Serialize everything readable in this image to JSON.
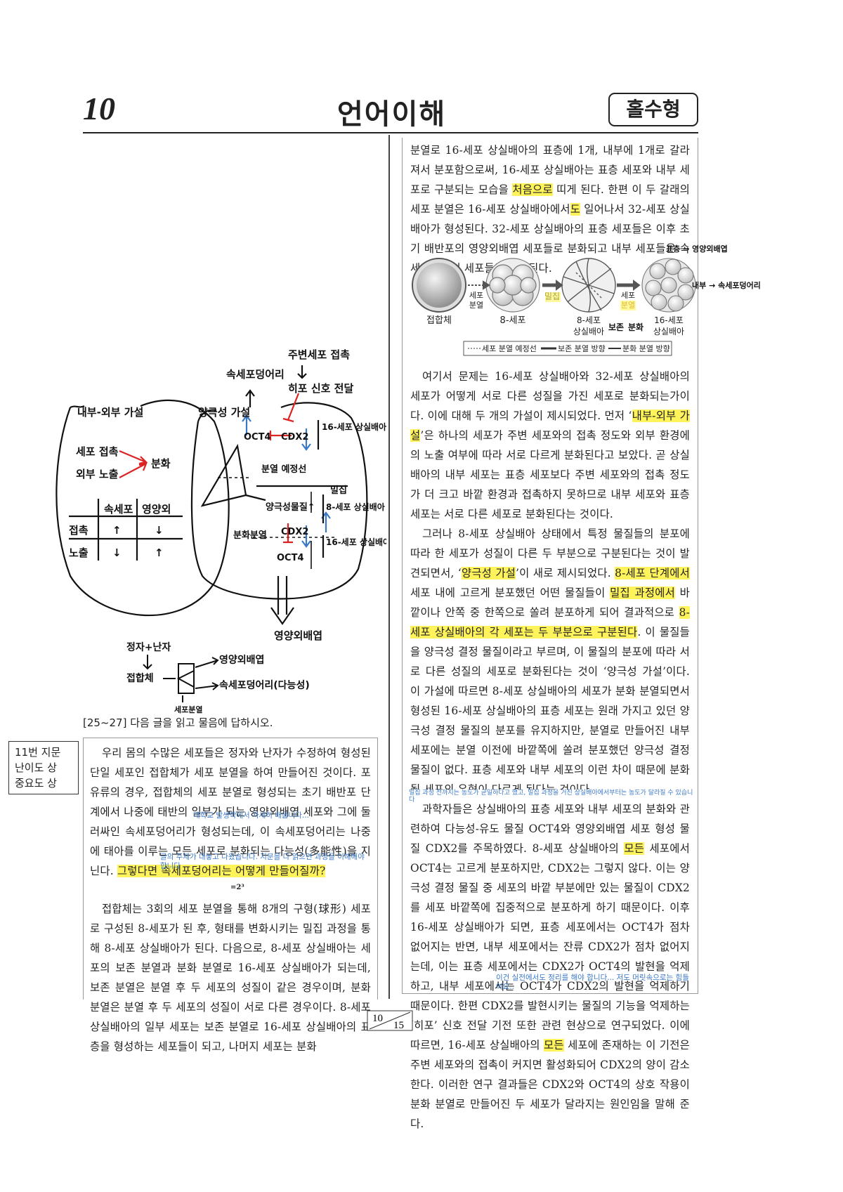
{
  "header": {
    "page_no": "10",
    "section": "언어이해",
    "type_badge": "홀수형"
  },
  "sketch": {
    "left_box_title": "내부-외부 가설",
    "cell_contact": "세포 접촉",
    "outer_exposure": "외부 노출",
    "differentiation": "분화",
    "table_col1": "속세포",
    "table_col2": "영양외",
    "table_row1": "접촉",
    "table_row2": "노출",
    "up": "↑",
    "down": "↓",
    "right_box_title": "양극성 가설",
    "inner_cell_mass": "속세포덩어리",
    "neighbor_contact": "주변세포 접촉",
    "hippo_block": "히포 신호 전달",
    "oct4": "OCT4",
    "cdx2": "CDX2",
    "m16": "16-세포 상실배아",
    "division_plane": "분열 예정선",
    "compaction": "밀집",
    "polarity_up": "양극성물질↑",
    "m8": "8-세포 상실배아",
    "diff_division": "분화분열",
    "trophectoderm": "영양외배엽",
    "bottom_sperm_egg": "정자+난자",
    "bottom_zygote": "접합체",
    "bottom_cell_div": "세포분열",
    "bottom_troph": "영양외배엽",
    "bottom_icm": "속세포덩어리(다능성)"
  },
  "instruction": "[25~27] 다음 글을 읽고 물음에 답하시오.",
  "side_tag": [
    "11번 지문",
    "난이도 상",
    "중요도 상"
  ],
  "left_passage": {
    "p1_a": "우리 몸의 수많은 세포들은 정자와 난자가 수정하여 형성된 단일 세포인 접합체가 세포 분열을 하여 만들어진 것이다. 포유류의 경우, 접합체의 세포 분열로 형성되는 초기 배반포 단계에서 나중에 태반의 일부가 되는 영양외배엽 세포와 그에 둘러싸인 속세포덩어리가 형성되는데, 이 속세포덩어리는 나중에 태아를 이루는 모든 세포로 분화되는 다능성(多能性)을 지닌다. ",
    "p1_hl": "그렇다면 속세포덩어리는 어떻게 만들어질까?",
    "p2": "접합체는 3회의 세포 분열을 통해 8개의 구형(球形) 세포로 구성된 8-세포가 된 후, 형태를 변화시키는 밀집 과정을 통해 8-세포 상실배아가 된다. 다음으로, 8-세포 상실배아는 세포의 보존 분열과 분화 분열로 16-세포 상실배아가 되는데, 보존 분열은 분열 후 두 세포의 성질이 같은 경우이며, 분화 분열은 분열 후 두 세포의 성질이 서로 다른 경우이다. 8-세포 상실배아의 일부 세포는 보존 분열로 16-세포 상실배아의 표층을 형성하는 세포들이 되고, 나머지 세포는 분화",
    "note1": "대학교 발생학에서 자세히 배웁니다...",
    "note2": "글의 주제가 대놓고 나왔습니다. 지문을 다 읽으면 과정을 이해해야 합니다",
    "note_2cubed": "=2³"
  },
  "right_passage": {
    "p0_a": "분열로 16-세포 상실배아의 표층에 1개, 내부에 1개로 갈라져서 분포함으로써, 16-세포 상실배아는 표층 세포와 내부 세포로 구분되는 모습을 ",
    "p0_hl1": "처음으로",
    "p0_b": " 띠게 된다. 한편 이 두 갈래의 세포 분열은 16-세포 상실배아에서",
    "p0_hl2": "도",
    "p0_c": " 일어나서 32-세포 상실배아가 형성된다. 32-세포 상실배아의 표층 세포들은 이후 초기 배반포의 영양외배엽 세포들로 분화되고 내부 세포들은 속세포덩어리 세포들로 분화된다.",
    "p1_a": "여기서 문제는 16-세포 상실배아와 32-세포 상실배아의 세포가 어떻게 서로 다른 성질을 가진 세포로 분화되는가이다. 이에 대해 두 개의 가설이 제시되었다. 먼저 ‘",
    "p1_hl": "내부-외부 가설",
    "p1_b": "’은 하나의 세포가 주변 세포와의 접촉 정도와 외부 환경에의 노출 여부에 따라 서로 다르게 분화된다고 보았다. 곧 상실배아의 내부 세포는 표층 세포보다 주변 세포와의 접촉 정도가 더 크고 바깥 환경과 접촉하지 못하므로 내부 세포와 표층 세포는 서로 다른 세포로 분화된다는 것이다.",
    "p2_a": "그러나 8-세포 상실배아 상태에서 특정 물질들의 분포에 따라 한 세포가 성질이 다른 두 부분으로 구분된다는 것이 발견되면서, ‘",
    "p2_hl1": "양극성 가설",
    "p2_b": "’이 새로 제시되었다. ",
    "p2_hl2": "8-세포 단계에서",
    "p2_c": " 세포 내에 고르게 분포했던 어떤 물질들이 ",
    "p2_hl3": "밀집 과정에서",
    "p2_d": " 바깥이나 안쪽 중 한쪽으로 쏠려 분포하게 되어 결과적으로 ",
    "p2_hl4": "8-세포 상실배아의 각 세포는 두 부분으로 구분된다",
    "p2_e": ". 이 물질들을 양극성 결정 물질이라고 부르며, 이 물질의 분포에 따라 서로 다른 성질의 세포로 분화된다는 것이 ‘양극성 가설’이다. 이 가설에 따르면 8-세포 상실배아의 세포가 분화 분열되면서 형성된 16-세포 상실배아의 표층 세포는 원래 가지고 있던 양극성 결정 물질의 분포를 유지하지만, 분열로 만들어진 내부 세포에는 분열 이전에 바깥쪽에 쏠려 분포했던 양극성 결정 물질이 없다. 표층 세포와 내부 세포의 이런 차이 때문에 분화될 세포의 유형이 다르게 된다는 것이다.",
    "p3_a": "과학자들은 상실배아의 표층 세포와 내부 세포의 분화와 관련하여 다능성-유도 물질 OCT4와 영양외배엽 세포 형성 물질 CDX2를 주목하였다. 8-세포 상실배아의 ",
    "p3_hl1": "모든",
    "p3_b": " 세포에서 OCT4는 고르게 분포하지만, CDX2는 그렇지 않다. 이는 양극성 결정 물질 중 세포의 바깥 부분에만 있는 물질이 CDX2를 세포 바깥쪽에 집중적으로 분포하게 하기 때문이다. 이후 16-세포 상실배아가 되면, 표층 세포에서는 OCT4가 점차 없어지는 반면, 내부 세포에서는 잔류 CDX2가 점차 없어지는데, 이는 표층 세포에서는 CDX2가 OCT4의 발현을 억제하고, 내부 세포에서는 OCT4가 CDX2의 발현을 억제하기 때문이다. 한편 CDX2를 발현시키는 물질의 기능을 억제하는 ‘히포’ 신호 전달 기전 또한 관련 현상으로 연구되었다. 이에 따르면, 16-세포 상실배아의 ",
    "p3_hl2": "모든",
    "p3_c": " 세포에 존재하는 이 기전은 주변 세포와의 접촉이 커지면 활성화되어 CDX2의 양이 감소한다. 이러한 연구 결과들은 CDX2와 OCT4의 상호 작용이 분화 분열로 만들어진 두 세포가 달라지는 원인임을 말해 준다.",
    "note_mid": "밀집 과정 전까지는 농도가 균일하다고 했고, 밀집 과정을 거친 상실배아에서부터는 농도가 달라질 수 있습니다",
    "note_end": "이건 실전에서도 정리를 해야 합니다... 저도 머릿속으로는 힘들어요.."
  },
  "figure": {
    "labels": [
      "접합체",
      "8-세포",
      "8-세포 상실배아",
      "16-세포 상실배아"
    ],
    "arrow1": "세포 분열",
    "arrow2": "밀집",
    "arrow3": "세포 분열",
    "legend_dashed": "세포 분열 예정선",
    "legend_cons": "보존 분열 방향",
    "legend_diff": "분화 분열 방향",
    "hand_cons": "보존",
    "hand_diff": "분화",
    "hand_surface": "표층",
    "hand_troph": "영양외배엽",
    "hand_inner": "내부",
    "hand_icm": "속세포덩어리"
  },
  "footer": {
    "page": "10",
    "total": "15"
  }
}
